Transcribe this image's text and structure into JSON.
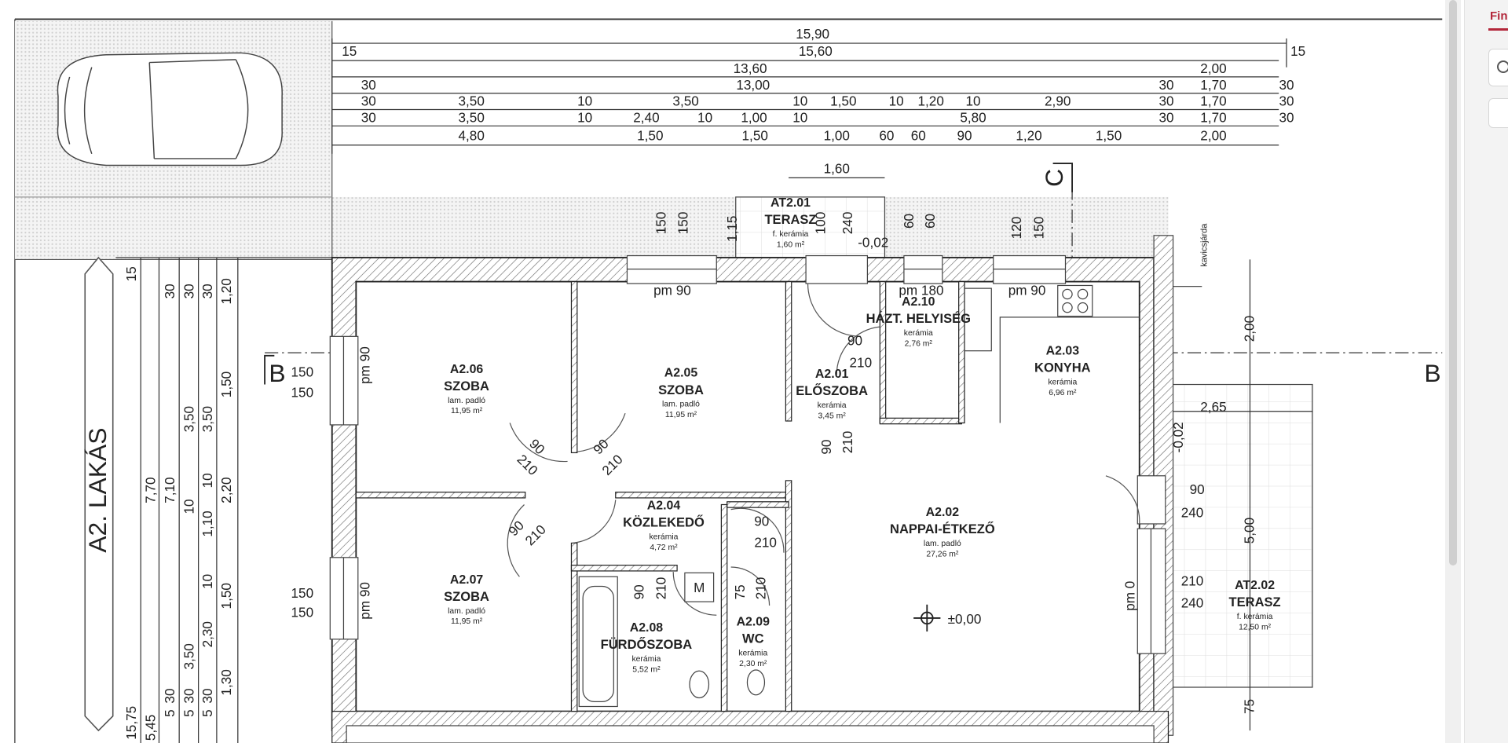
{
  "side_panel": {
    "tab_label": "Fin"
  },
  "plan": {
    "dims_top": [
      [
        "15,90"
      ],
      [
        "15",
        "15,60",
        "15"
      ],
      [
        "13,60",
        "2,00"
      ],
      [
        "30",
        "13,00",
        "30",
        "1,70",
        "30"
      ],
      [
        "30",
        "3,50",
        "10",
        "3,50",
        "10",
        "1,50",
        "10",
        "1,20",
        "10",
        "2,90",
        "30",
        "1,70",
        "30"
      ],
      [
        "30",
        "3,50",
        "10",
        "2,40",
        "10",
        "1,00",
        "10",
        "5,80",
        "30",
        "1,70",
        "30"
      ],
      [
        "4,80",
        "1,50",
        "1,50",
        "1,00",
        "60",
        "60",
        "90",
        "1,20",
        "1,50",
        "2,00"
      ],
      [
        "1,60"
      ]
    ],
    "dims_left": [
      [
        "15",
        "15,75"
      ],
      [
        "7,70",
        "5,45"
      ],
      [
        "30",
        "7,10",
        "5",
        "30"
      ],
      [
        "30",
        "3,50",
        "10",
        "3,50",
        "5",
        "30"
      ],
      [
        "30",
        "3,50",
        "10",
        "1,10",
        "10",
        "2,30",
        "5",
        "30"
      ],
      [
        "1,20",
        "1,50",
        "2,20",
        "1,50",
        "1,30"
      ]
    ],
    "apartment_label": "A2. LAKÁS",
    "section_marks": {
      "b_left": "B",
      "b_right": "B",
      "c": "C"
    },
    "level_mark": "±0,00",
    "path_label": "kavicsjárda",
    "rooms": [
      {
        "id": "A2.06",
        "name": "SZOBA",
        "floor": "lam. padló",
        "area": "11,95 m²"
      },
      {
        "id": "A2.05",
        "name": "SZOBA",
        "floor": "lam. padló",
        "area": "11,95 m²"
      },
      {
        "id": "A2.01",
        "name": "ELŐSZOBA",
        "floor": "kerámia",
        "area": "3,45 m²"
      },
      {
        "id": "A2.10",
        "name": "HÁZT. HELYISÉG",
        "floor": "kerámia",
        "area": "2,76 m²"
      },
      {
        "id": "A2.03",
        "name": "KONYHA",
        "floor": "kerámia",
        "area": "6,96 m²"
      },
      {
        "id": "A2.04",
        "name": "KÖZLEKEDŐ",
        "floor": "kerámia",
        "area": "4,72 m²"
      },
      {
        "id": "A2.02",
        "name": "NAPPAI-ÉTKEZŐ",
        "floor": "lam. padló",
        "area": "27,26 m²"
      },
      {
        "id": "A2.07",
        "name": "SZOBA",
        "floor": "lam. padló",
        "area": "11,95 m²"
      },
      {
        "id": "A2.08",
        "name": "FÜRDŐSZOBA",
        "floor": "kerámia",
        "area": "5,52 m²"
      },
      {
        "id": "A2.09",
        "name": "WC",
        "floor": "kerámia",
        "area": "2,30 m²"
      },
      {
        "id": "AT2.01",
        "name": "TERASZ",
        "floor": "f. kerámia",
        "area": "1,60 m²"
      },
      {
        "id": "AT2.02",
        "name": "TERASZ",
        "floor": "f. kerámia",
        "area": "12,50 m²"
      }
    ],
    "openings": [
      "pm 90",
      "pm 180",
      "pm 90",
      "pm 90",
      "pm 90",
      "pm 0",
      "150",
      "150",
      "1,15",
      "100",
      "240",
      "60",
      "60",
      "120",
      "150",
      "150",
      "150",
      "150",
      "150",
      "90",
      "210",
      "90",
      "210",
      "90",
      "210",
      "90",
      "210",
      "90",
      "210",
      "90",
      "210",
      "90",
      "210",
      "75",
      "210",
      "90",
      "240",
      "210",
      "240",
      "2,65",
      "5,00",
      "2,00",
      "75",
      "-0,02",
      "-0,02",
      "M"
    ]
  }
}
